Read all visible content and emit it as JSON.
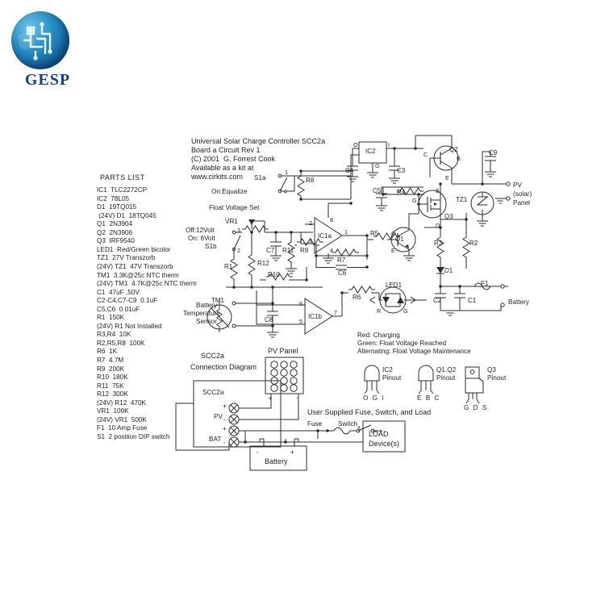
{
  "logo": {
    "name": "GESP",
    "icon": "globe-circuit-icon",
    "colors": {
      "globe_light": "#6fc3e8",
      "globe_dark": "#0d4b86",
      "text": "#13427e"
    }
  },
  "title_block": {
    "lines": [
      "Universal Solar Charge Controller SCC2a",
      "Board a Circuit Rev 1",
      "(C) 2001  G. Forrest Cook",
      "Available as a kit at",
      "www.cirkits.com"
    ]
  },
  "parts_list": {
    "heading": "PARTS LIST",
    "items": [
      "IC1  TLC2272CP",
      "IC2  78L05",
      "D1  19TQ015",
      " (24V) D1  18TQ045",
      "Q1  2N3904",
      "Q2  2N3906",
      "Q3  IRF9540",
      "LED1  Red/Green bicolor",
      "TZ1  27V Transzorb",
      "(24V) TZ1  47V Transzorb",
      "TM1  3.3K@25c NTC therm",
      "(24V) TM1  4.7K@25c NTC therm",
      "C1  47uF ,50V",
      "C2-C4,C7-C9  0.1uF",
      "C5,C6  0.01uF",
      "R1  150K",
      "(24V) R1 Not Installed",
      "R3,R4  10K",
      "R2,R5,R8  100K",
      "R6  1K",
      "R7  4.7M",
      "R9  200K",
      "R10  180K",
      "R11  75K",
      "R12  300K",
      "(24V) R12  470K",
      "VR1  100K",
      "(24V) VR1  500K",
      "F1  10 Amp Fuse",
      "S1  2 position DIP switch"
    ]
  },
  "schematic": {
    "labels": {
      "s1a": "S1a",
      "s1a_pin1": "1",
      "s1a_pin4": "4",
      "s1a_note": "On:Equalize",
      "s1b": "S1b",
      "s1b_pin3": "3",
      "s1b_pin2": "2",
      "s1b_note_off": "Off:12Volt",
      "s1b_note_on": "On: 6Volt",
      "float_set": "Float Voltage Set",
      "vr1": "VR1",
      "r1": "R1",
      "r2": "R2",
      "r3": "R3",
      "r4": "R4",
      "r5": "R5",
      "r6": "R6",
      "r7": "R7",
      "r8": "R8",
      "r9": "R9",
      "r10": "R10",
      "r11": "R11",
      "r12": "R12",
      "c1": "C1",
      "c2": "C2",
      "c3": "C3",
      "c4": "C4",
      "c5": "C5",
      "c6": "C6",
      "c7": "C7",
      "c8": "C8",
      "c9": "C9",
      "d1": "D1",
      "f1": "F1",
      "ic1a": "IC1a",
      "ic1b": "IC1b",
      "ic2": "IC2",
      "q1": "Q1",
      "q2": "Q2",
      "q3": "Q3",
      "tz1": "TZ1",
      "tm1": "TM1",
      "led1": "LED1",
      "ic1a_p1": "1",
      "ic1a_p2": "2",
      "ic1a_p3": "3",
      "ic1a_p4": "4",
      "ic1a_p8": "8",
      "ic1b_p5": "5",
      "ic1b_p6": "6",
      "ic1b_p7": "7",
      "ic2_in": "I",
      "ic2_out": "O",
      "ic2_gnd": "G",
      "q2_c": "C",
      "q2_b": "B",
      "q2_e": "E",
      "q1_c": "C",
      "q1_b": "B",
      "q1_e": "E",
      "q3_s": "S",
      "q3_g": "G",
      "q3_d": "D",
      "led_r": "R",
      "led_g": "G",
      "batt_temp": "Battery\nTemperature\nSensor",
      "pv_port": "PV\n(solar)\nPanel",
      "battery_port": "Battery"
    },
    "led_legend": [
      "Red: Charging",
      "Green: Float Voltage Reached",
      "Alternating: Float Voltage Maintenance"
    ]
  },
  "connection_diagram": {
    "title_line1": "SCC2a",
    "title_line2": "Connection Diagram",
    "board_label": "SCC2a",
    "pv_label": "PV",
    "bat_label": "BAT",
    "plus": "+",
    "minus": "-",
    "pv_panel_label": "PV Panel",
    "battery_label": "Battery",
    "user_note": "User Supplied Fuse, Switch, and Load",
    "fuse_label": "Fuse",
    "switch_label": "Switch",
    "load_line1": "LOAD",
    "load_line2": "Device(s)"
  },
  "pinouts": [
    {
      "device": "IC2",
      "title_line1": "IC2",
      "title_line2": "Pinout",
      "pins": "O G I",
      "package": "to92"
    },
    {
      "device": "Q1,Q2",
      "title_line1": "Q1,Q2",
      "title_line2": "Pinout",
      "pins": "E B C",
      "package": "to92"
    },
    {
      "device": "Q3",
      "title_line1": "Q3",
      "title_line2": "Pinout",
      "pins": "G D S",
      "package": "to220"
    }
  ]
}
